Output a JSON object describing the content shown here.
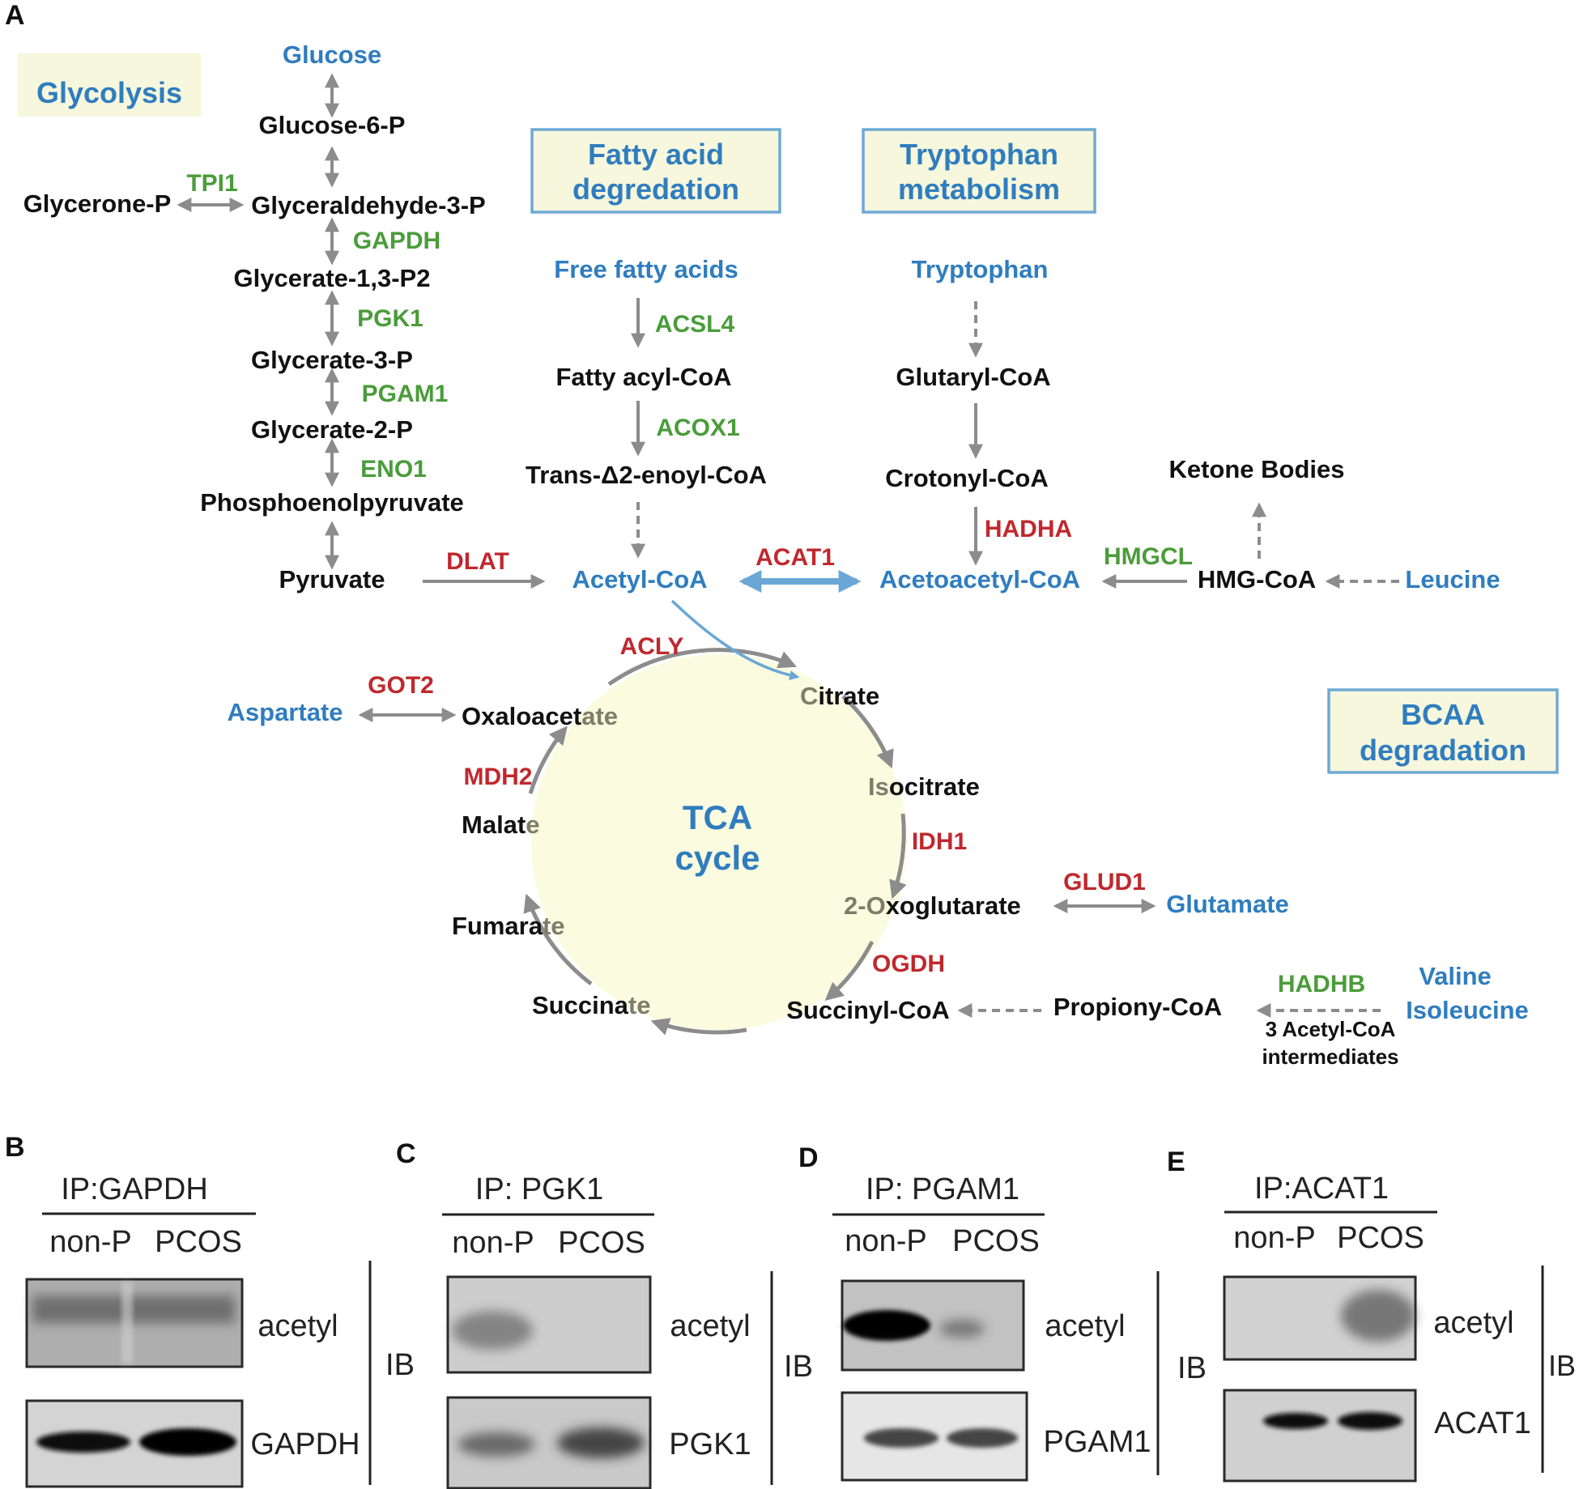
{
  "panel_a": {
    "panel_label": "A",
    "sections": {
      "glycolysis": "Glycolysis",
      "fatty_acid": [
        "Fatty acid",
        "degredation"
      ],
      "tryptophan": [
        "Tryptophan",
        "metabolism"
      ],
      "bcaa": [
        "BCAA",
        "degradation"
      ],
      "tca": [
        "TCA",
        "cycle"
      ]
    },
    "glycolysis": {
      "glucose": "Glucose",
      "glucose_6p": "Glucose-6-P",
      "glycerone_p": "Glycerone-P",
      "tpi1": "TPI1",
      "glyceraldehyde_3p": "Glyceraldehyde-3-P",
      "gapdh": "GAPDH",
      "glycerate_13p2": "Glycerate-1,3-P2",
      "pgk1": "PGK1",
      "glycerate_3p": "Glycerate-3-P",
      "pgam1": "PGAM1",
      "glycerate_2p": "Glycerate-2-P",
      "eno1": "ENO1",
      "pep": "Phosphoenolpyruvate",
      "pyruvate": "Pyruvate",
      "dlat": "DLAT"
    },
    "fatty_acid": {
      "ffa": "Free fatty acids",
      "acsl4": "ACSL4",
      "fatty_acyl_coa": "Fatty acyl-CoA",
      "acox1": "ACOX1",
      "trans_enoyl": "Trans-Δ2-enoyl-CoA",
      "acetyl_coa": "Acetyl-CoA",
      "acat1": "ACAT1",
      "acly": "ACLY"
    },
    "tryptophan": {
      "tryptophan": "Tryptophan",
      "glutaryl": "Glutaryl-CoA",
      "crotonyl": "Crotonyl-CoA",
      "hadha": "HADHA",
      "acetoacetyl": "Acetoacetyl-CoA",
      "hmgcl": "HMGCL",
      "hmg_coa": "HMG-CoA",
      "ketone": "Ketone Bodies",
      "leucine": "Leucine"
    },
    "tca_cycle": {
      "got2": "GOT2",
      "aspartate": "Aspartate",
      "oxaloacetate": [
        "Oxaloacet",
        "ate"
      ],
      "citrate": [
        "C",
        "itrate"
      ],
      "mdh2": "MDH2",
      "malate": [
        "Malat",
        "e"
      ],
      "isocitrate": [
        "Is",
        "ocitrate"
      ],
      "idh1": "IDH1",
      "oxoglutarate": [
        "2-O",
        "xoglutarate"
      ],
      "glud1": "GLUD1",
      "glutamate": "Glutamate",
      "fumarate": [
        "Fumara",
        "te"
      ],
      "ogdh": "OGDH",
      "succinate": [
        "Succina",
        "te"
      ],
      "succinyl": "Succinyl-CoA",
      "propiony": "Propiony-CoA",
      "hadhb": "HADHB",
      "intermediates": [
        "3 Acetyl-CoA",
        "intermediates"
      ],
      "valine": "Valine",
      "isoleucine": "Isoleucine"
    }
  },
  "blots": [
    {
      "panel": "B",
      "ip": "IP:GAPDH",
      "lanes": [
        "non-P",
        "PCOS"
      ],
      "top": "acetyl",
      "bottom": "GAPDH",
      "ib": "IB"
    },
    {
      "panel": "C",
      "ip": "IP: PGK1",
      "lanes": [
        "non-P",
        "PCOS"
      ],
      "top": "acetyl",
      "bottom": "PGK1",
      "ib": "IB"
    },
    {
      "panel": "D",
      "ip": "IP: PGAM1",
      "lanes": [
        "non-P",
        "PCOS"
      ],
      "top": "acetyl",
      "bottom": "PGAM1",
      "ib": "IB"
    },
    {
      "panel": "E",
      "ip": "IP:ACAT1",
      "lanes": [
        "non-P",
        "PCOS"
      ],
      "top": "acetyl",
      "bottom": "ACAT1",
      "ib": "IB"
    }
  ],
  "colors": {
    "metabolite_blue": "#2f7dbf",
    "enzyme_green": "#4a9c3a",
    "enzyme_red": "#c0282d",
    "box_fill": "#f6f7dc",
    "box_border": "#6fa9d6",
    "tca_fill": "#fbfbdf",
    "arrow_gray": "#8c8c8c"
  }
}
